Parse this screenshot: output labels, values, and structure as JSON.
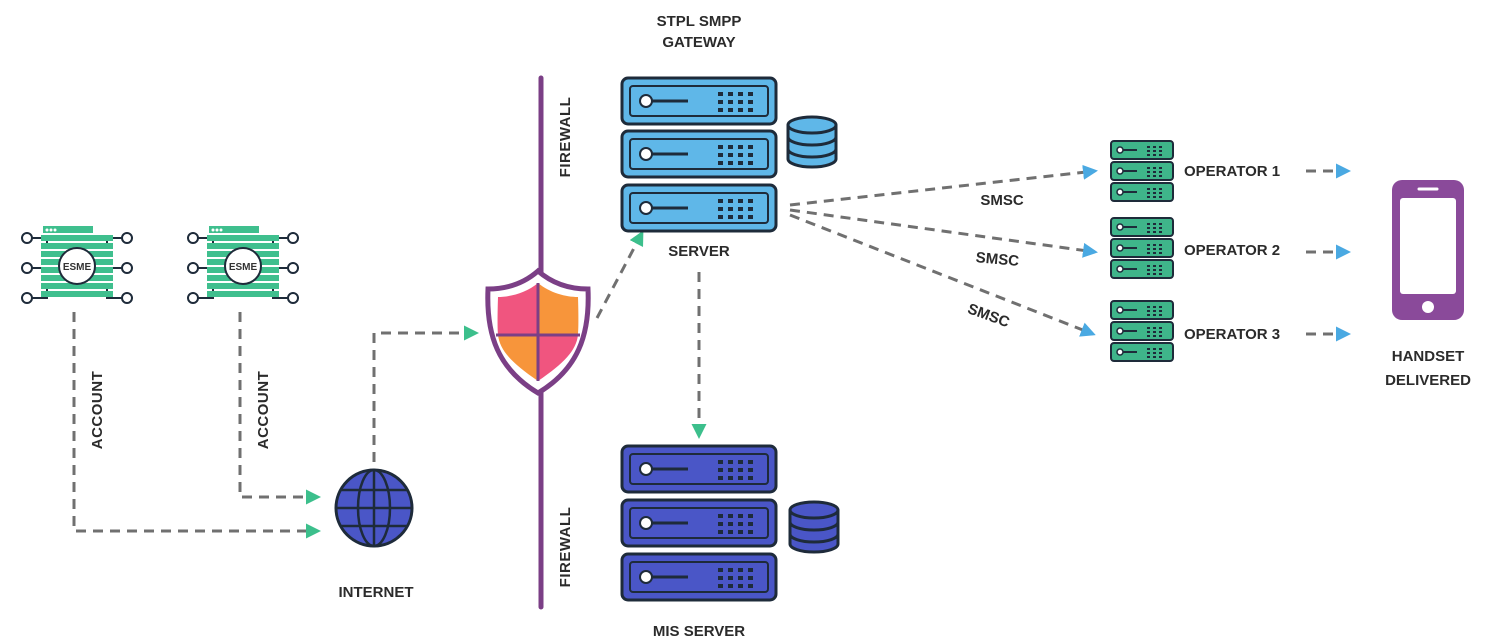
{
  "gateway_title_line1": "STPL SMPP",
  "gateway_title_line2": "GATEWAY",
  "server_label": "SERVER",
  "mis_server_label": "MIS SERVER",
  "internet_label": "INTERNET",
  "firewall_top_label": "FIREWALL",
  "firewall_bottom_label": "FIREWALL",
  "esme_label": "ESME",
  "account_label": "ACCOUNT",
  "smsc_label": "SMSC",
  "operators": [
    "OPERATOR 1",
    "OPERATOR 2",
    "OPERATOR 3"
  ],
  "handset_line1": "HANDSET",
  "handset_line2": "DELIVERED",
  "colors": {
    "esme_green": "#3fbf8e",
    "server_blue": "#5fb7e8",
    "mis_indigo": "#4a56c7",
    "firewall_purple": "#7b3f86",
    "shield_pink": "#f0557f",
    "shield_orange": "#f7953b",
    "operator_green": "#3fb58a",
    "handset_purple": "#8a4a9a",
    "arrow_teal": "#3cbf8c",
    "arrow_blue": "#4aa9e2",
    "dash_gray": "#707070"
  }
}
